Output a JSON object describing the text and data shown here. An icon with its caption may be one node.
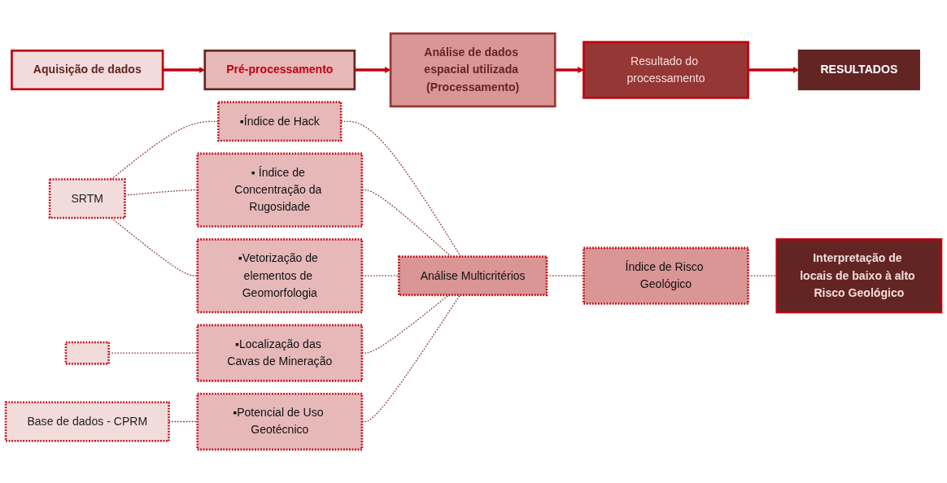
{
  "diagram": {
    "nodes": [
      {
        "text": [
          "Aquisição de dados"
        ]
      },
      {
        "text": [
          "Pré-processamento"
        ]
      },
      {
        "text": [
          "Análise de dados espacial utilizada (Processamento)"
        ]
      },
      {
        "text": [
          "Resultado do processamento"
        ]
      },
      {
        "text": [
          "RESULTADOS"
        ]
      },
      {
        "text": [
          "SRTM"
        ]
      },
      {
        "text": [
          "▪Índice de Hack"
        ]
      },
      {
        "text": [
          "▪ Índice de Concentração da Rugosidade"
        ]
      },
      {
        "text": [
          "▪Vetorização de elementos de Geomorfologia"
        ]
      },
      {
        "text": [],
        "shape": "box"
      },
      {
        "text": [
          "▪Localização das Cavas de Mineração"
        ]
      },
      {
        "text": [
          "Base de dados - CPRM"
        ]
      },
      {
        "text": [
          "▪Potencial de Uso Geotécnico"
        ]
      },
      {
        "text": [
          "Análise Multicritérios"
        ]
      },
      {
        "text": [
          "Índice de Risco Geológico"
        ]
      },
      {
        "text": [
          "Interpretação de locais de baixo à alto Risco Geológico"
        ]
      }
    ],
    "edges": [
      {
        "from": 0,
        "to": 1,
        "arrow": "to",
        "style": "thick",
        "color": "#c0000f"
      },
      {
        "from": 1,
        "to": 2,
        "arrow": "to",
        "style": "thick",
        "color": "#c0000f"
      },
      {
        "from": 2,
        "to": 3,
        "arrow": "to",
        "style": "thick",
        "color": "#c0000f"
      },
      {
        "from": 3,
        "to": 4,
        "arrow": "to",
        "style": "thick",
        "color": "#c0000f"
      },
      {
        "from": 5,
        "to": 6,
        "arrow": "none",
        "style": "dashed"
      },
      {
        "from": 5,
        "to": 7,
        "arrow": "none",
        "style": "dashed"
      },
      {
        "from": 5,
        "to": 8,
        "arrow": "none",
        "style": "dashed"
      },
      {
        "from": 9,
        "to": 10,
        "arrow": "none",
        "style": "dashed"
      },
      {
        "from": 11,
        "to": 12,
        "arrow": "none",
        "style": "dashed"
      },
      {
        "from": 6,
        "to": 13,
        "arrow": "none",
        "style": "dashed"
      },
      {
        "from": 7,
        "to": 13,
        "arrow": "none",
        "style": "dashed"
      },
      {
        "from": 8,
        "to": 13,
        "arrow": "none",
        "style": "dashed"
      },
      {
        "from": 10,
        "to": 13,
        "arrow": "none",
        "style": "dashed"
      },
      {
        "from": 12,
        "to": 13,
        "arrow": "none",
        "style": "dashed"
      },
      {
        "from": 13,
        "to": 14,
        "arrow": "none",
        "style": "dashed"
      },
      {
        "from": 14,
        "to": 15,
        "arrow": "none",
        "style": "dashed"
      }
    ]
  }
}
